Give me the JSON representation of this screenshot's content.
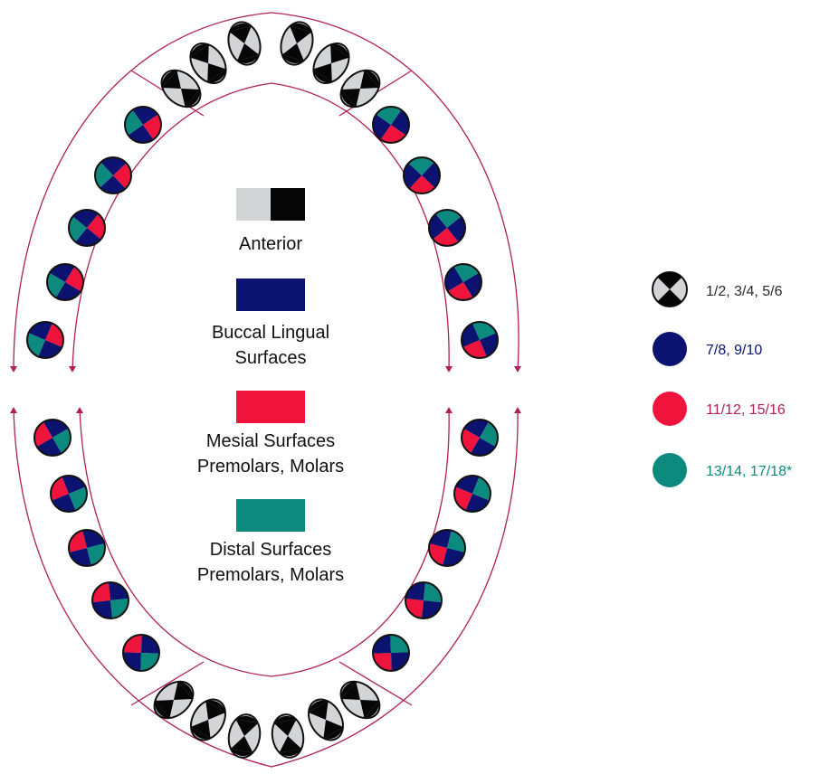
{
  "colors": {
    "buccal_lingual": "#0c1270",
    "mesial": "#f0143c",
    "distal": "#0d8a7e",
    "anterior_light": "#d2d4d6",
    "anterior_dark": "#060606",
    "arch_line": "#b0205a"
  },
  "center_legend": [
    {
      "label_lines": [
        "Anterior"
      ]
    },
    {
      "label_lines": [
        "Buccal Lingual",
        "Surfaces"
      ]
    },
    {
      "label_lines": [
        "Mesial Surfaces",
        "Premolars, Molars"
      ]
    },
    {
      "label_lines": [
        "Distal Surfaces",
        "Premolars, Molars"
      ]
    }
  ],
  "side_legend": [
    {
      "icon": "anterior-tooth-icon",
      "text": "1/2, 3/4, 5/6",
      "color": "#2a2a2a"
    },
    {
      "icon": "buccal-lingual-circle-icon",
      "text": "7/8, 9/10",
      "color": "#0c1270"
    },
    {
      "icon": "mesial-circle-icon",
      "text": "11/12, 15/16",
      "color": "#b0205a"
    },
    {
      "icon": "distal-circle-icon",
      "text": "13/14, 17/18*",
      "color": "#0d8a7e"
    }
  ]
}
